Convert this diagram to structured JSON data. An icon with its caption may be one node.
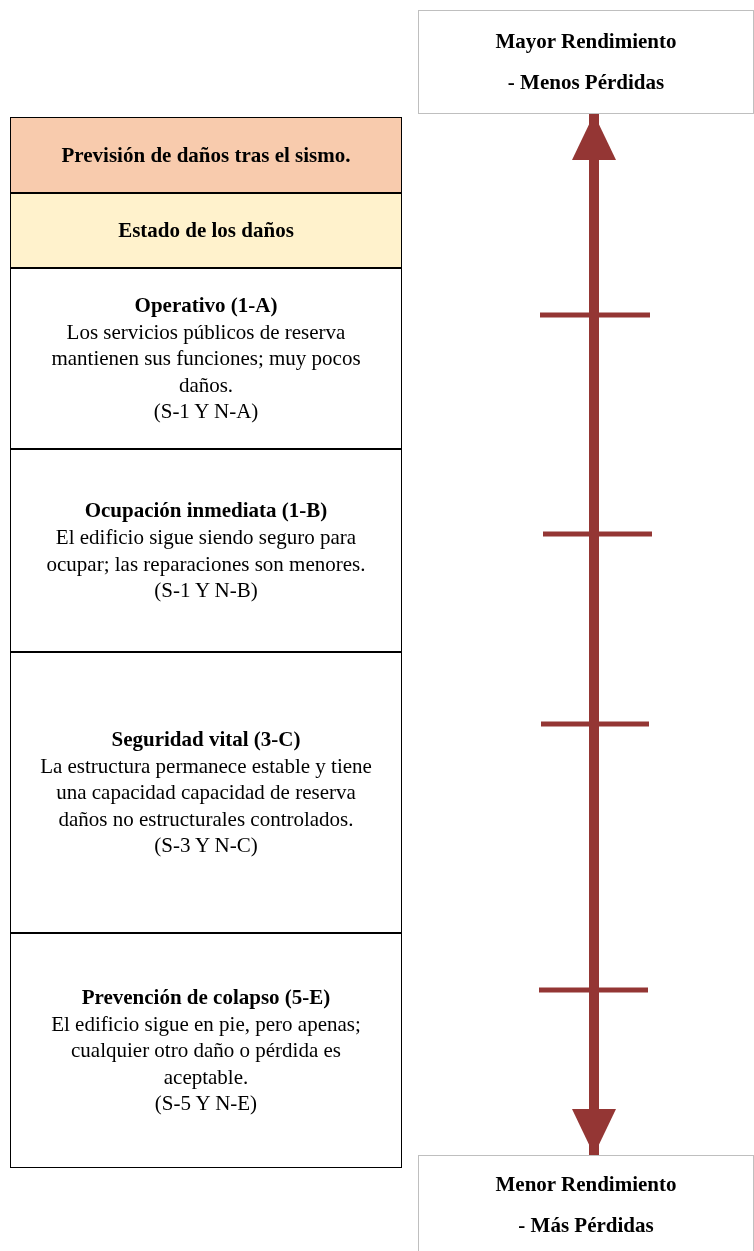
{
  "diagram": {
    "nodes": [
      {
        "text": [
          "Mayor Rendimiento",
          "- Menos Pérdidas"
        ]
      },
      {
        "text": [
          "Previsión de daños tras el sismo."
        ]
      },
      {
        "text": [
          "Estado de los daños"
        ]
      },
      {
        "text": [
          "Operativo (1-A)",
          "Los servicios públicos de reserva mantienen sus funciones; muy pocos daños.",
          "(S-1 Y N-A)"
        ]
      },
      {
        "text": [
          "Ocupación inmediata (1-B)",
          "El edificio sigue siendo seguro para ocupar; las reparaciones son menores.",
          "(S-1 Y N-B)"
        ]
      },
      {
        "text": [
          "Seguridad vital (3-C)",
          "La estructura permanece estable y tiene una capacidad capacidad de reserva daños no estructurales controlados.",
          "(S-3 Y N-C)"
        ]
      },
      {
        "text": [
          "Prevención de colapso (5-E)",
          "El edificio sigue en pie, pero apenas; cualquier otro daño o pérdida es aceptable.",
          "(S-5 Y N-E)"
        ]
      },
      {
        "text": [
          "Menor Rendimiento",
          "- Más Pérdidas"
        ]
      }
    ],
    "edges": [
      {
        "from": 0,
        "to": 7,
        "arrow": "both"
      }
    ]
  }
}
